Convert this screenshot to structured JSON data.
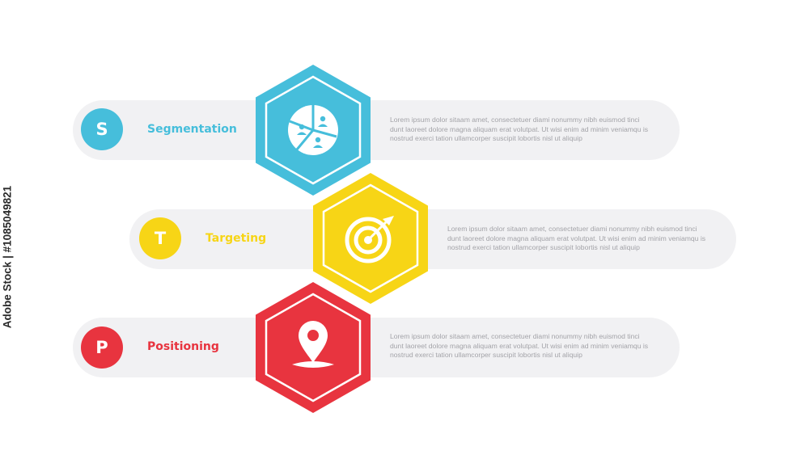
{
  "colors": {
    "segmentation": "#46bedb",
    "targeting": "#f7d516",
    "positioning": "#e8343f",
    "pill": "#f1f1f3",
    "desc_text": "#a3a3a8"
  },
  "side_label": "Adobe Stock | #1085049821",
  "steps": [
    {
      "letter": "S",
      "title": "Segmentation",
      "icon": "pie-chart-people-icon",
      "description": "Lorem ipsum dolor sitaam amet, consectetuer diami nonummy  nibh euismod tinci dunt laoreet dolore magna aliquam erat volutpat. Ut wisi enim ad minim veniamqu is nostrud exerci tation ullamcorper suscipit lobortis nisl ut aliquip"
    },
    {
      "letter": "T",
      "title": "Targeting",
      "icon": "target-arrow-icon",
      "description": "Lorem ipsum dolor sitaam amet, consectetuer diami nonummy  nibh euismod tinci dunt laoreet dolore magna aliquam erat volutpat. Ut wisi enim ad minim veniamqu is nostrud exerci tation ullamcorper suscipit lobortis nisl ut aliquip"
    },
    {
      "letter": "P",
      "title": "Positioning",
      "icon": "location-pin-icon",
      "description": "Lorem ipsum dolor sitaam amet, consectetuer diami nonummy  nibh euismod tinci dunt laoreet dolore magna aliquam erat volutpat. Ut wisi enim ad minim veniamqu is nostrud exerci tation ullamcorper suscipit lobortis nisl ut aliquip"
    }
  ]
}
